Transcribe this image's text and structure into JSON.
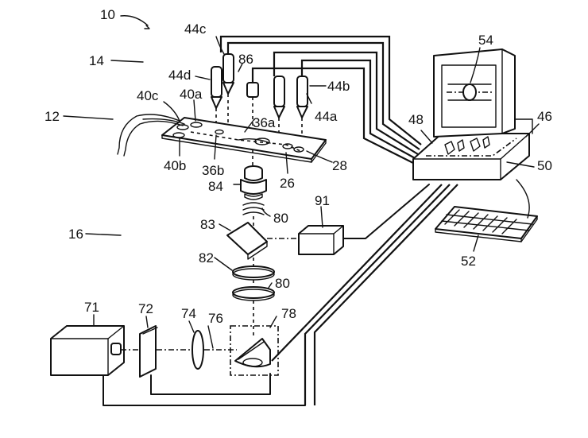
{
  "figure": {
    "ref_labels": {
      "system": "10",
      "reagent_block": "14",
      "chip": "12",
      "optical_block": "16",
      "probe_44c": "44c",
      "probe_86": "86",
      "probe_44d": "44d",
      "probe_44b": "44b",
      "probe_44a": "44a",
      "well_40c": "40c",
      "well_40a": "40a",
      "well_36a": "36a",
      "well_40b": "40b",
      "well_36b": "36b",
      "channel_26": "26",
      "port_28": "28",
      "objective_84": "84",
      "beam_80_upper": "80",
      "detector_91": "91",
      "splitter_83": "83",
      "filter_82": "82",
      "beam_80_lower": "80",
      "source_71": "71",
      "filter_72": "72",
      "lens_74": "74",
      "path_76": "76",
      "scanner_78": "78",
      "monitor_54": "54",
      "computer_48": "48",
      "computer_46": "46",
      "computer_50": "50",
      "keyboard_52": "52"
    }
  }
}
